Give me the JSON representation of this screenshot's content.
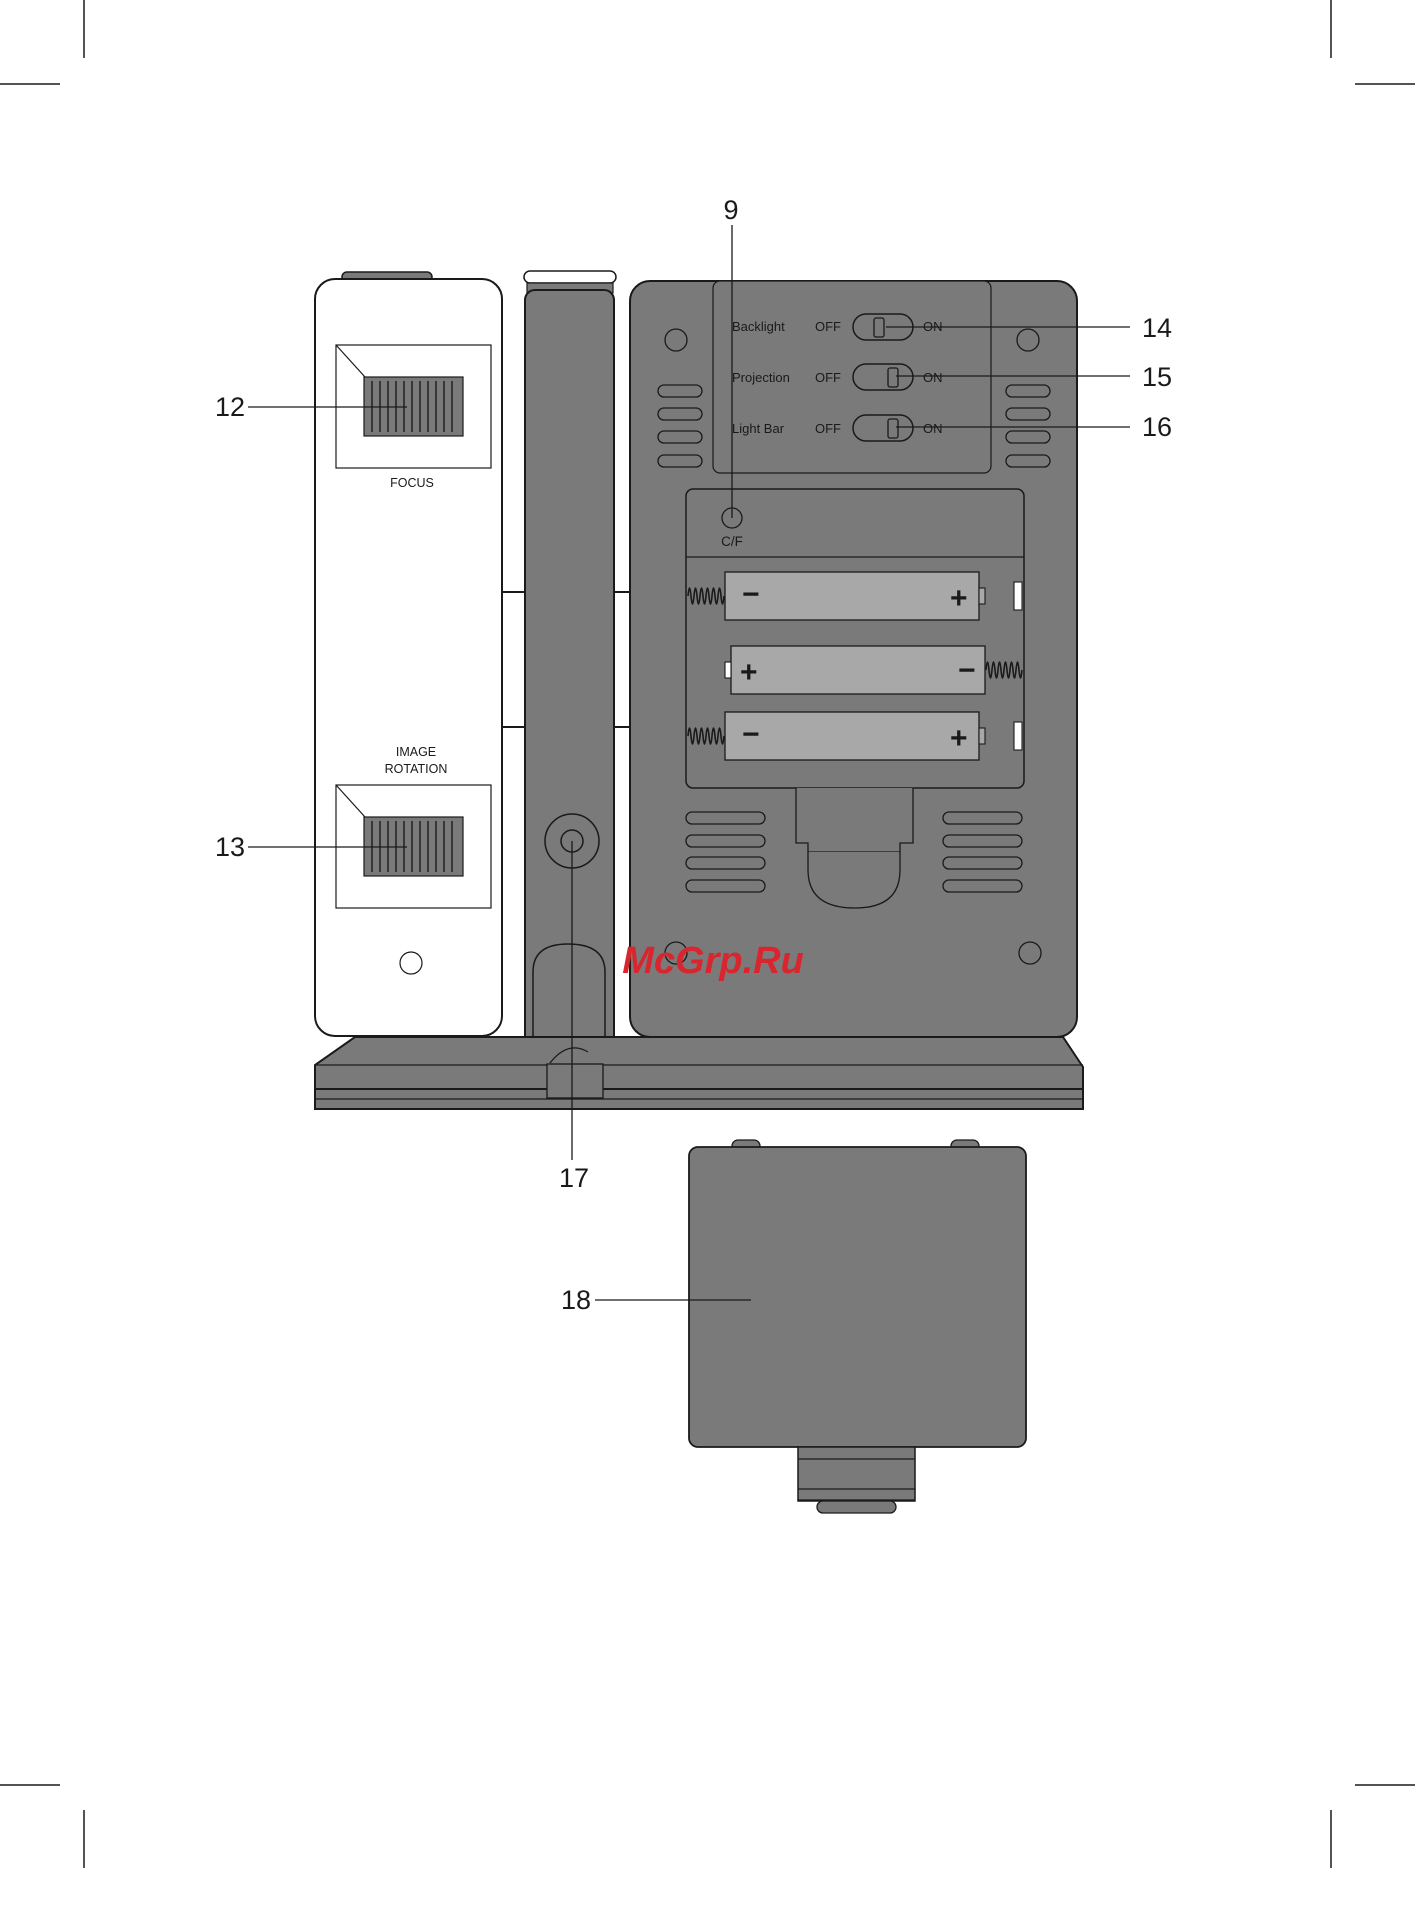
{
  "callouts": {
    "c9": "9",
    "c12": "12",
    "c13": "13",
    "c14": "14",
    "c15": "15",
    "c16": "16",
    "c17": "17",
    "c18": "18"
  },
  "labels": {
    "focus": "FOCUS",
    "image": "IMAGE",
    "rotation": "ROTATION",
    "cf": "C/F"
  },
  "switches": [
    {
      "name": "Backlight",
      "off": "OFF",
      "on": "ON"
    },
    {
      "name": "Projection",
      "off": "OFF",
      "on": "ON"
    },
    {
      "name": "Light Bar",
      "off": "OFF",
      "on": "ON"
    }
  ],
  "battery": {
    "plus": "+",
    "minus": "−"
  },
  "watermark": "McGrp.Ru",
  "colors": {
    "body": "#7a7a7a",
    "battery": "#a8a8a8",
    "outline": "#1a1a1a",
    "watermark": "#d9262e"
  }
}
